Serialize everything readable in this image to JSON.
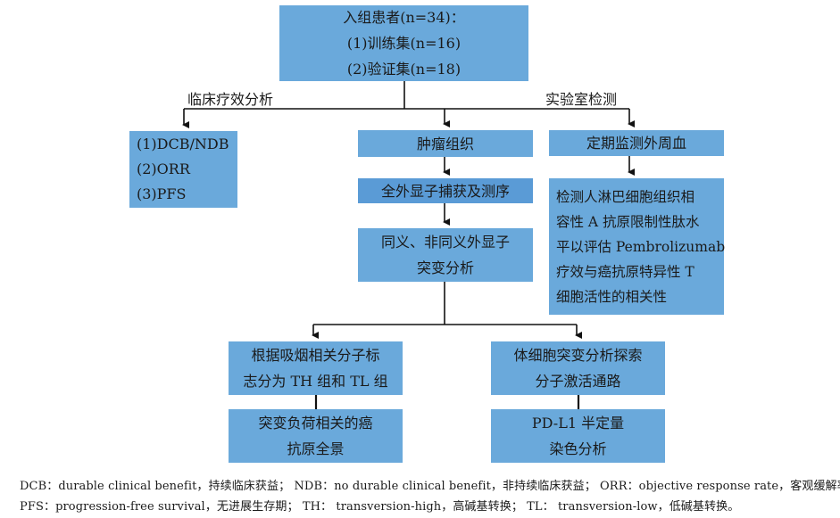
{
  "top_box": {
    "lines": [
      "入组患者(n=34)：",
      "(1)训练集(n=16)",
      "(2)验证集(n=18)"
    ]
  },
  "branch_labels": {
    "clinical": "临床疗效分析",
    "lab": "实验室检测"
  },
  "clinical_box": {
    "lines": [
      "(1)DCB/NDB",
      "(2)ORR",
      "(3)PFS"
    ]
  },
  "tumor_box": {
    "text": "肿瘤组织"
  },
  "wes_box": {
    "text": "全外显子捕获及测序"
  },
  "mutation_box": {
    "lines": [
      "同义、非同义外显子",
      "突变分析"
    ]
  },
  "blood_box": {
    "text": "定期监测外周血"
  },
  "hla_box": {
    "lines": [
      "检测人淋巴细胞组织相",
      "容性 A 抗原限制性肽水",
      "平以评估 Pembrolizumab",
      "疗效与癌抗原特异性 T",
      "细胞活性的相关性"
    ]
  },
  "smoking_box": {
    "lines": [
      "根据吸烟相关分子标",
      "志分为 TH 组和 TL 组"
    ]
  },
  "somatic_box": {
    "lines": [
      "体细胞突变分析探索",
      "分子激活通路"
    ]
  },
  "tmb_box": {
    "lines": [
      "突变负荷相关的癌",
      "抗原全景"
    ]
  },
  "pdl1_box": {
    "lines": [
      "PD-L1 半定量",
      "染色分析"
    ]
  },
  "footnote": {
    "line1": "DCB：durable clinical benefit，持续临床获益； NDB：no durable clinical benefit，非持续临床获益； ORR：objective response rate，客观缓解率；",
    "line2": "PFS：progression-free survival，无进展生存期； TH： transversion-high，高碱基转换； TL： transversion-low，低碱基转换。"
  }
}
